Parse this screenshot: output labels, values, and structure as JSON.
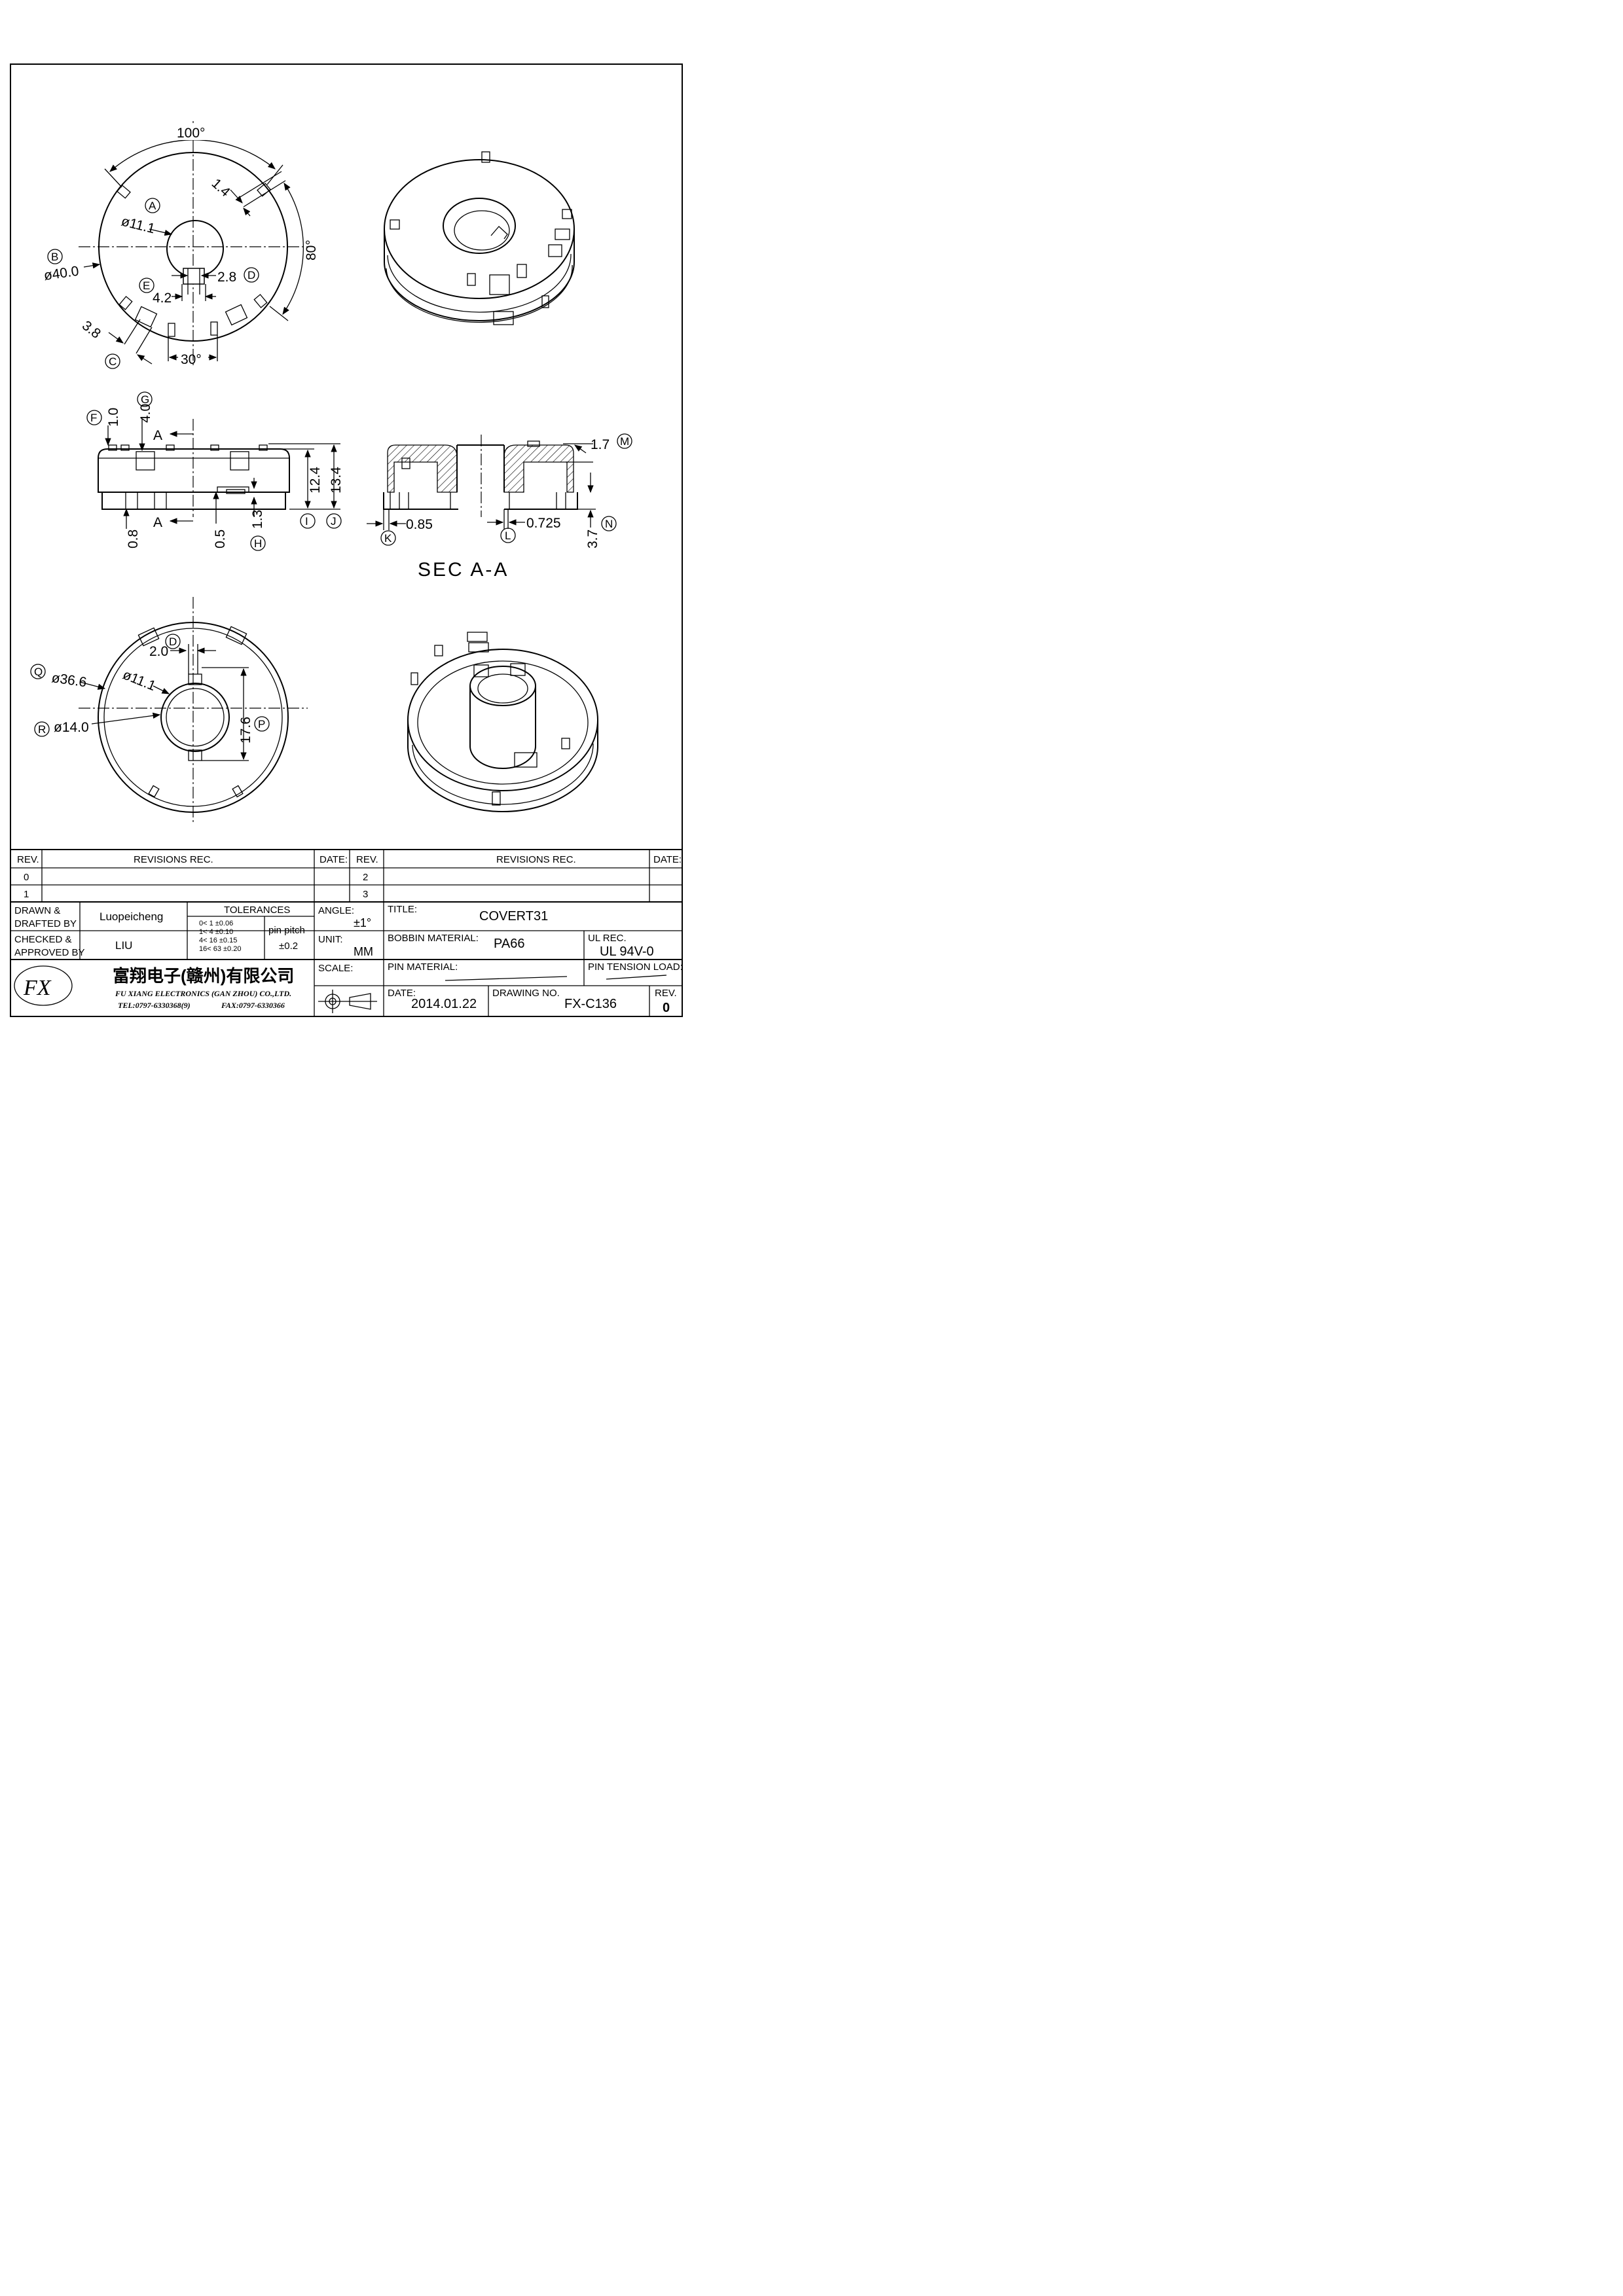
{
  "dims": {
    "ang100": "100°",
    "d14": "1.4",
    "d111a": "ø11.1",
    "d40": "ø40.0",
    "d28": "2.8",
    "d42": "4.2",
    "ang80": "80°",
    "d38": "3.8",
    "ang30": "30°",
    "d10": "1.0",
    "d40h": "4.0",
    "d124": "12.4",
    "d134": "13.4",
    "d08": "0.8",
    "d05": "0.5",
    "d13": "1.3",
    "d17": "1.7",
    "d085": "0.85",
    "d0725": "0.725",
    "d37": "3.7",
    "d20": "2.0",
    "d366": "ø36.6",
    "d111b": "ø11.1",
    "d140": "ø14.0",
    "d176": "17.6",
    "secA1": "A",
    "secA2": "A",
    "sec_title": "SEC A-A"
  },
  "callouts": {
    "A": "A",
    "B": "B",
    "C": "C",
    "D1": "D",
    "E": "E",
    "F": "F",
    "G": "G",
    "H": "H",
    "I": "I",
    "J": "J",
    "K": "K",
    "L": "L",
    "M": "M",
    "N": "N",
    "D2": "D",
    "P": "P",
    "Q": "Q",
    "R": "R"
  },
  "title_block": {
    "rev_header": "REV.",
    "revisions_header": "REVISIONS   REC.",
    "date_header": "DATE:",
    "rev_header2": "REV.",
    "revisions_header2": "REVISIONS   REC.",
    "date_header2": "DATE:",
    "rev0": "0",
    "rev1": "1",
    "rev2": "2",
    "rev3": "3",
    "drawn_label1": "DRAWN &",
    "drawn_label2": "DRAFTED BY",
    "drawn_by": "Luopeicheng",
    "checked_label1": "CHECKED &",
    "checked_label2": "APPROVED BY",
    "approved_by": "LIU",
    "tolerances_label": "TOLERANCES",
    "tol_rows": [
      "0<   1    ±0.06",
      "1<   4    ±0.10",
      "4<   16  ±0.15",
      "16<   63  ±0.20"
    ],
    "pin_pitch_label": "pin pitch",
    "pin_pitch_value": "±0.2",
    "angle_label": "ANGLE:",
    "angle_value": "±1°",
    "unit_label": "UNIT:",
    "unit_value": "MM",
    "scale_label": "SCALE:",
    "title_label": "TITLE:",
    "title_value": "COVERT31",
    "bobbin_label": "BOBBIN MATERIAL:",
    "bobbin_value": "PA66",
    "ul_label": "UL REC.",
    "ul_value": "UL 94V-0",
    "pin_material_label": "PIN MATERIAL:",
    "pin_tension_label": "PIN TENSION LOAD:",
    "date_label": "DATE:",
    "date_value": "2014.01.22",
    "drawing_no_label": "DRAWING NO.",
    "drawing_no_value": "FX-C136",
    "rev_label": "REV.",
    "rev_value": "0",
    "company_cn": "富翔电子(赣州)有限公司",
    "company_en": "FU XIANG ELECTRONICS (GAN ZHOU) CO.,LTD.",
    "tel": "TEL:0797-6330368(9)",
    "fax": "FAX:0797-6330366"
  }
}
